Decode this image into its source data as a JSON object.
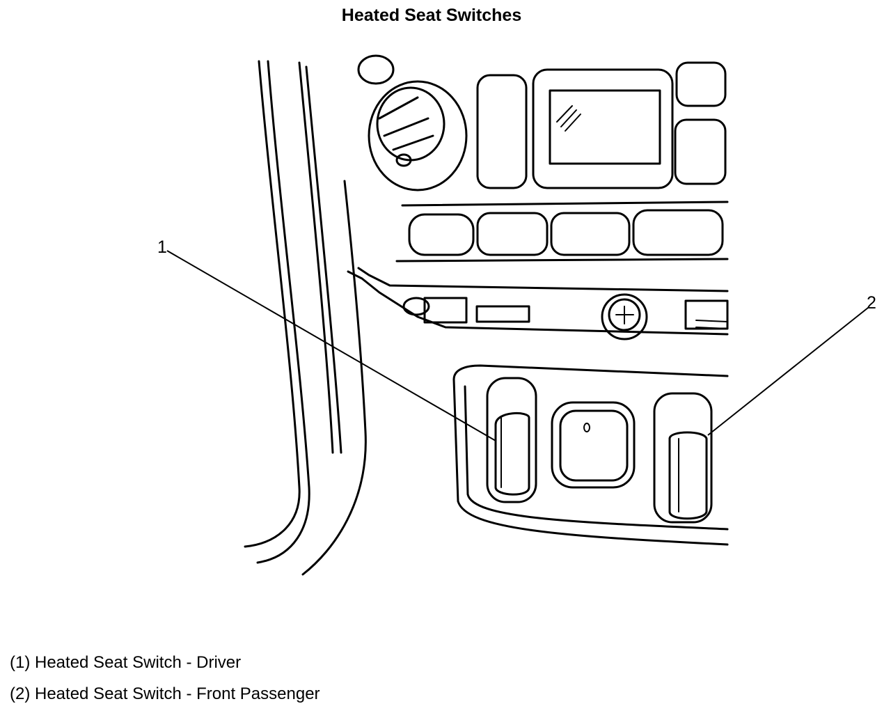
{
  "title": "Heated Seat Switches",
  "callouts": [
    {
      "number": "1",
      "label": "(1) Heated Seat Switch - Driver"
    },
    {
      "number": "2",
      "label": "(2) Heated Seat Switch - Front Passenger"
    }
  ]
}
